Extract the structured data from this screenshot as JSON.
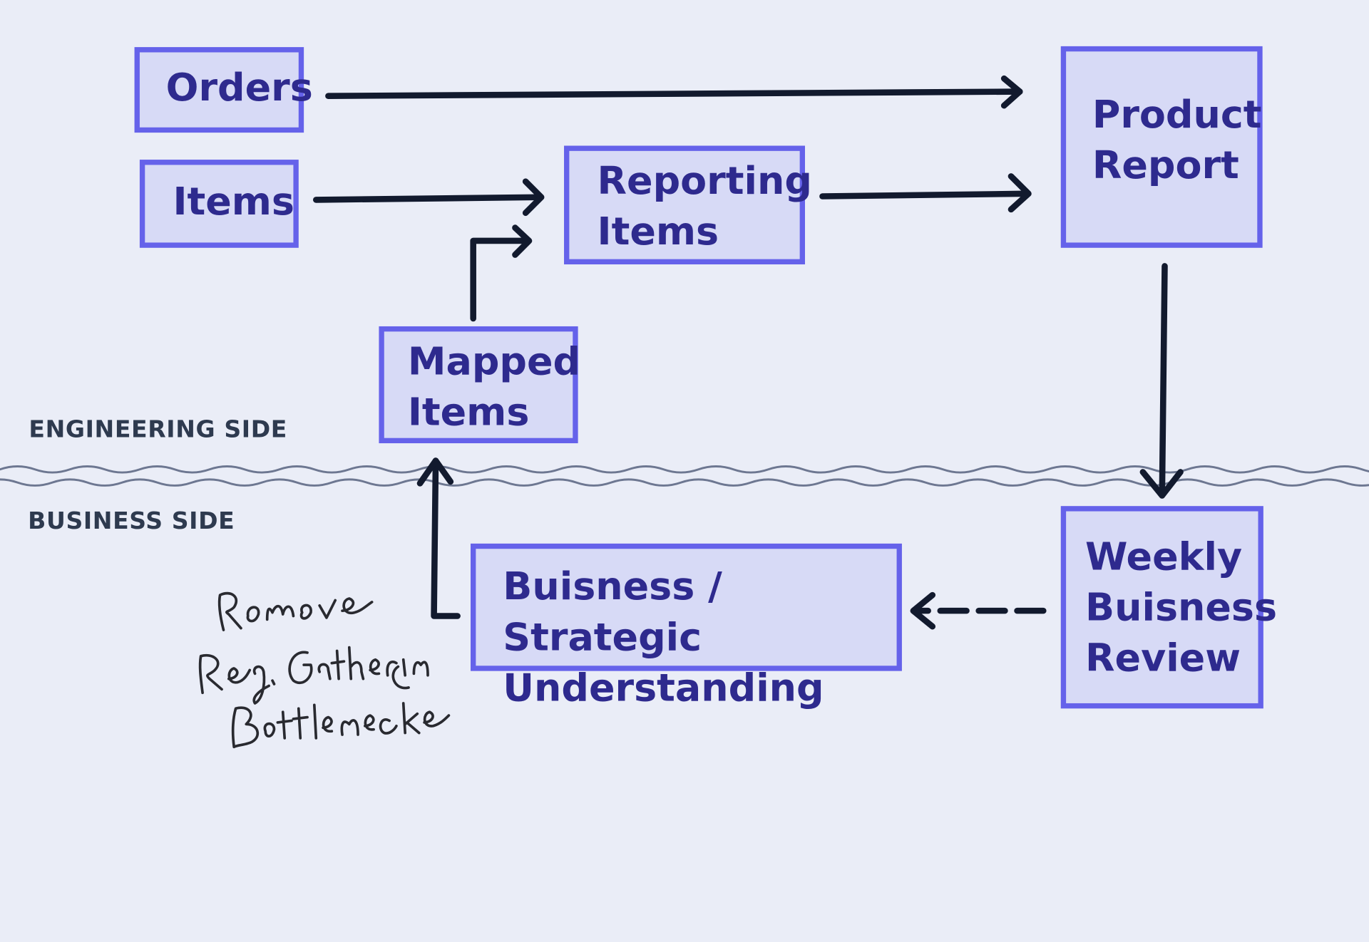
{
  "nodes": {
    "orders": "Orders",
    "items": "Items",
    "reporting_items": "Reporting\nItems",
    "product_report": "Product\nReport",
    "mapped_items": "Mapped\nItems",
    "business_understanding": "Buisness / Strategic\nUnderstanding",
    "weekly_review": "Weekly\nBuisness\nReview"
  },
  "labels": {
    "engineering_side": "ENGINEERING SIDE",
    "business_side": "BUSINESS SIDE"
  },
  "annotation": {
    "handwritten_note": "Remove Req. Gathering Bottleneck"
  },
  "colors": {
    "background": "#eaedf7",
    "node_border": "#6562ea",
    "node_fill": "#d7daf6",
    "node_text": "#2e2a8e",
    "arrow": "#121a2e",
    "divider": "#6d7791"
  }
}
